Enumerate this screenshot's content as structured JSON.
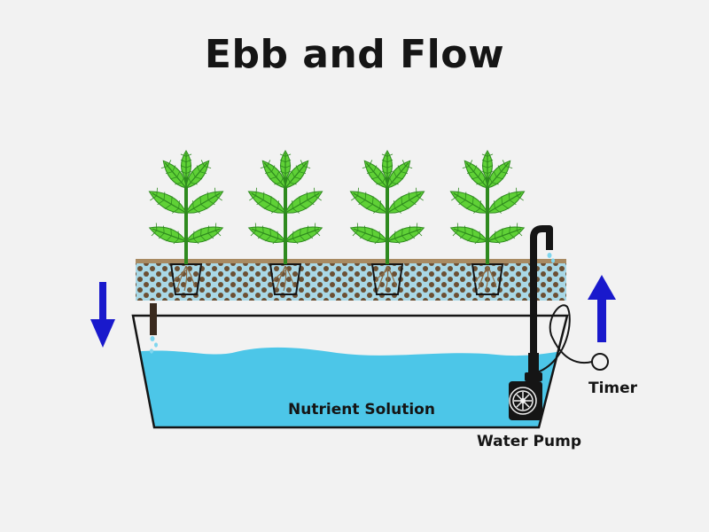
{
  "title": "Ebb and Flow",
  "labels": {
    "nutrient_solution": "Nutrient Solution",
    "water_pump": "Water Pump",
    "timer": "Timer"
  },
  "icons": {
    "down_arrow": "arrow-down-icon",
    "up_arrow": "arrow-up-icon",
    "plant": "plant-icon",
    "pump": "water-pump-icon",
    "timer": "timer-icon"
  },
  "colors": {
    "background": "#f2f2f2",
    "water": "#4cc6e8",
    "grow_bed": "#a9d8e6",
    "soil": "#a88a62",
    "pebble": "#6b4f33",
    "leaf": "#5fd136",
    "leaf_vein": "#2f8a1f",
    "arrow": "#1919cc",
    "outline": "#151515"
  },
  "plants_count": 4
}
